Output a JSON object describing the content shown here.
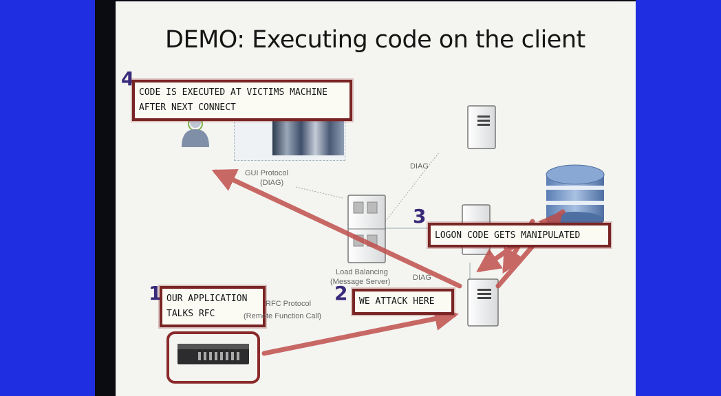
{
  "slide": {
    "title": "DEMO: Executing code on the client",
    "steps": [
      {
        "number": "4",
        "lines": [
          "CODE IS EXECUTED AT VICTIMS MACHINE",
          "AFTER NEXT CONNECT"
        ]
      },
      {
        "number": "3",
        "lines": [
          "LOGON CODE GETS MANIPULATED"
        ]
      },
      {
        "number": "2",
        "lines": [
          "WE ATTACK HERE"
        ]
      },
      {
        "number": "1",
        "lines": [
          "OUR APPLICATION",
          "TALKS RFC"
        ]
      }
    ],
    "labels": {
      "gui_protocol": "GUI Protocol",
      "gui_protocol_sub": "(DIAG)",
      "diag_top": "DIAG",
      "diag_mid": "DIAG",
      "load_balancing": "Load Balancing",
      "message_server": "(Message Server)",
      "rfc_protocol": "RFC Protocol",
      "rfc_protocol_sub": "(Remote Function Call)"
    }
  },
  "colors": {
    "side_bar": "#1e2ee0",
    "slide_bg": "#f4f4f0",
    "arrow": "#c0504d",
    "callout_border": "#7a2525",
    "step_number": "#3a2a7a",
    "database": "#6f93c4"
  },
  "icons": [
    "user-icon",
    "server-icon",
    "database-icon",
    "rack-server-icon"
  ]
}
